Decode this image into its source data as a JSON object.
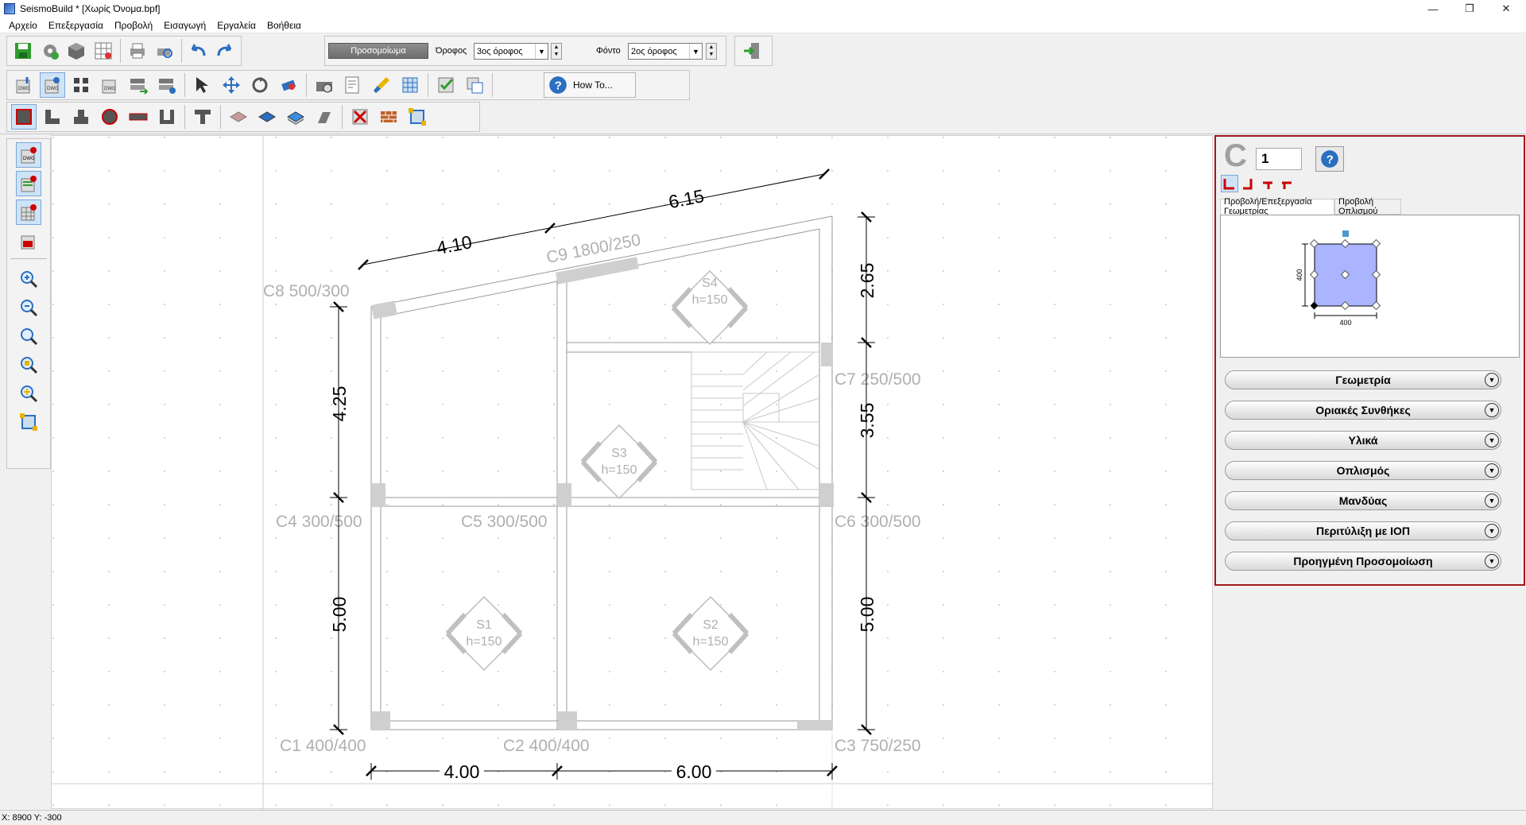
{
  "window": {
    "title": "SeismoBuild * [Χωρίς Όνομα.bpf]",
    "restore_symbol": "❐",
    "minimize_symbol": "—",
    "close_symbol": "✕"
  },
  "menu": [
    "Αρχείο",
    "Επεξεργασία",
    "Προβολή",
    "Εισαγωγή",
    "Εργαλεία",
    "Βοήθεια"
  ],
  "toolbar": {
    "simulation_label": "Προσομοίωμα",
    "floor_label": "Όροφος",
    "floor_value": "3ος όροφος",
    "background_label": "Φόντο",
    "background_value": "2ος όροφος",
    "howto_label": "How To..."
  },
  "section": {
    "letter": "C",
    "number": "1",
    "tab_geometry": "Προβολή/Επεξεργασία Γεωμετρίας",
    "tab_reinforcement": "Προβολή Οπλισμού",
    "width_label": "400",
    "height_label": "400"
  },
  "accordion": [
    "Γεωμετρία",
    "Οριακές Συνθήκες",
    "Υλικά",
    "Οπλισμός",
    "Μανδύας",
    "Περιτύλιξη με ΙΟΠ",
    "Προηγμένη Προσομοίωση"
  ],
  "plan": {
    "columns": {
      "c1": "C1 400/400",
      "c2": "C2 400/400",
      "c3": "C3 750/250",
      "c4": "C4 300/500",
      "c5": "C5 300/500",
      "c6": "C6 300/500",
      "c7": "C7 250/500",
      "c8": "C8 500/300",
      "c9": "C9 1800/250"
    },
    "slabs": {
      "s1": "S1",
      "s1_h": "h=150",
      "s2": "S2",
      "s2_h": "h=150",
      "s3": "S3",
      "s3_h": "h=150",
      "s4": "S4",
      "s4_h": "h=150"
    },
    "dims": {
      "top_left": "4.10",
      "top_right": "6.15",
      "bottom_left": "4.00",
      "bottom_right": "6.00",
      "left_upper": "4.25",
      "left_lower": "5.00",
      "right_top": "2.65",
      "right_mid": "3.55",
      "right_lower": "5.00"
    }
  },
  "colors": {
    "accent_border": "#a0181b",
    "preview_fill": "#aab4ff",
    "plan_label": "#b0b0b0"
  },
  "status": {
    "coords": "X: 8900  Y: -300"
  }
}
